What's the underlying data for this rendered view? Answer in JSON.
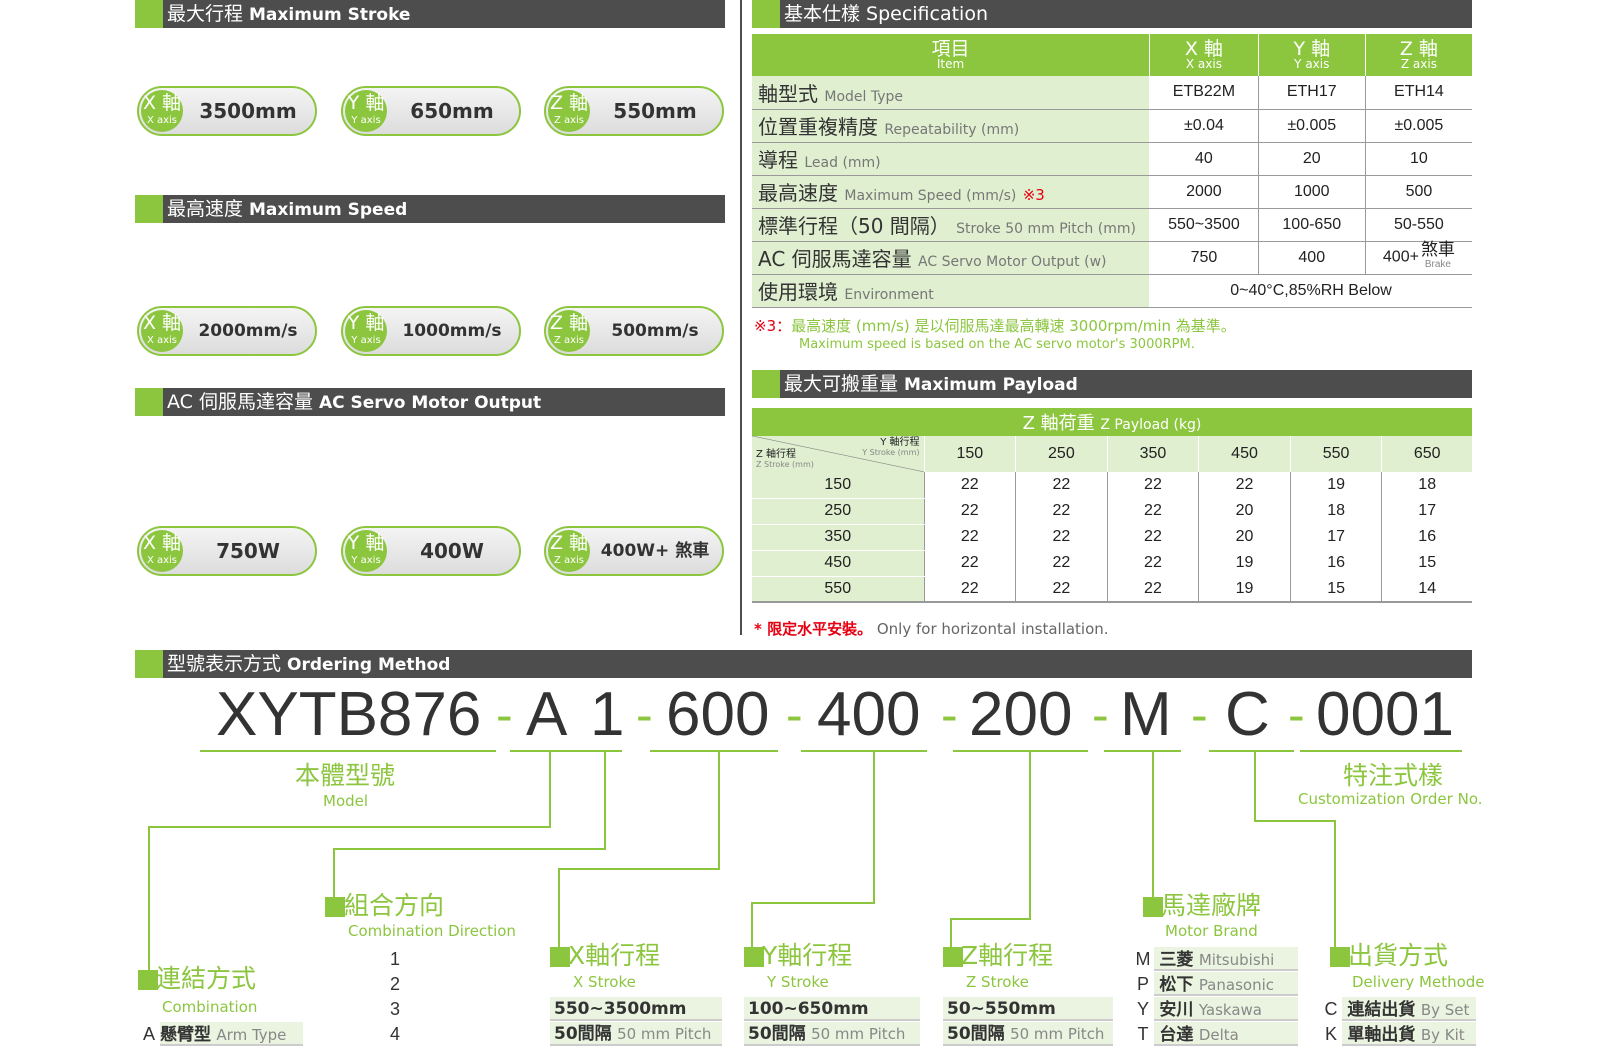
{
  "stroke_section": {
    "title": "最大行程",
    "title_en": "Maximum Stroke"
  },
  "speed_section": {
    "title": "最高速度",
    "title_en": "Maximum Speed"
  },
  "servo_section": {
    "title": "AC 伺服馬達容量",
    "title_en": "AC Servo Motor Output"
  },
  "axes": [
    {
      "cn": "X 軸",
      "en": "X axis"
    },
    {
      "cn": "Y 軸",
      "en": "Y axis"
    },
    {
      "cn": "Z 軸",
      "en": "Z axis"
    }
  ],
  "stroke_values": [
    "3500mm",
    "650mm",
    "550mm"
  ],
  "speed_values": [
    "2000mm/s",
    "1000mm/s",
    "500mm/s"
  ],
  "servo_values": [
    "750W",
    "400W",
    "400W+ 煞車"
  ],
  "spec": {
    "title": "基本仕樣",
    "title_en": "Specification",
    "header": {
      "item": "項目",
      "item_en": "Item",
      "x": "X 軸",
      "x_en": "X axis",
      "y": "Y 軸",
      "y_en": "Y axis",
      "z": "Z 軸",
      "z_en": "Z axis"
    },
    "rows": [
      {
        "cn": "軸型式",
        "en": "Model Type",
        "x": "ETB22M",
        "y": "ETH17",
        "z": "ETH14"
      },
      {
        "cn": "位置重複精度",
        "en": "Repeatability (mm)",
        "x": "±0.04",
        "y": "±0.005",
        "z": "±0.005"
      },
      {
        "cn": "導程",
        "en": "Lead (mm)",
        "x": "40",
        "y": "20",
        "z": "10"
      },
      {
        "cn": "最高速度",
        "en": "Maximum Speed (mm/s)",
        "note": "※3",
        "x": "2000",
        "y": "1000",
        "z": "500"
      },
      {
        "cn": "標準行程（50 間隔）",
        "en": "Stroke 50 mm Pitch (mm)",
        "x": "550~3500",
        "y": "100-650",
        "z": "50-550"
      },
      {
        "cn": "AC 伺服馬達容量",
        "en": "AC Servo Motor Output (w)",
        "x": "750",
        "y": "400",
        "z": "400+",
        "z_extra": "煞車",
        "z_extra_en": "Brake"
      }
    ],
    "env": {
      "cn": "使用環境",
      "en": "Environment",
      "value": "0~40°C,85%RH Below"
    },
    "note_mark": "※3：",
    "note_cn": "最高速度 (mm/s) 是以伺服馬達最高轉速 3000rpm/min 為基準。",
    "note_en": "Maximum speed is based on the AC servo motor's 3000RPM."
  },
  "payload": {
    "title": "最大可搬重量",
    "title_en": "Maximum Payload",
    "sub": "Z 軸荷重",
    "sub_en": "Z Payload (kg)",
    "corner_y": "Y 軸行程",
    "corner_y_en": "Y Stroke (mm)",
    "corner_z": "Z 軸行程",
    "corner_z_en": "Z Stroke (mm)",
    "cols": [
      "150",
      "250",
      "350",
      "450",
      "550",
      "650"
    ],
    "rows": [
      {
        "z": "150",
        "v": [
          "22",
          "22",
          "22",
          "22",
          "19",
          "18"
        ]
      },
      {
        "z": "250",
        "v": [
          "22",
          "22",
          "22",
          "20",
          "18",
          "17"
        ]
      },
      {
        "z": "350",
        "v": [
          "22",
          "22",
          "22",
          "20",
          "17",
          "16"
        ]
      },
      {
        "z": "450",
        "v": [
          "22",
          "22",
          "22",
          "19",
          "16",
          "15"
        ]
      },
      {
        "z": "550",
        "v": [
          "22",
          "22",
          "22",
          "19",
          "15",
          "14"
        ]
      }
    ],
    "note_red": "* 限定水平安裝。",
    "note_en": "Only for horizontal installation."
  },
  "ordering": {
    "title": "型號表示方式",
    "title_en": "Ordering Method",
    "parts": [
      "XYTB876",
      "A",
      "1",
      "600",
      "400",
      "200",
      "M",
      "C",
      "0001"
    ],
    "dash": "-",
    "model": {
      "cn": "本體型號",
      "en": "Model"
    },
    "custom": {
      "cn": "特注式樣",
      "en": "Customization Order No."
    },
    "combination": {
      "cn": "連結方式",
      "en": "Combination",
      "items": [
        {
          "k": "A",
          "cn": "懸臂型",
          "en": "Arm Type"
        }
      ]
    },
    "direction": {
      "cn": "組合方向",
      "en": "Combination Direction",
      "items": [
        "1",
        "2",
        "3",
        "4"
      ]
    },
    "xstroke": {
      "cn": "X軸行程",
      "en": "X Stroke",
      "range": "550~3500mm",
      "pitch": "50間隔",
      "pitch_en": "50 mm Pitch"
    },
    "ystroke": {
      "cn": "Y軸行程",
      "en": "Y Stroke",
      "range": "100~650mm",
      "pitch": "50間隔",
      "pitch_en": "50 mm Pitch"
    },
    "zstroke": {
      "cn": "Z軸行程",
      "en": "Z Stroke",
      "range": "50~550mm",
      "pitch": "50間隔",
      "pitch_en": "50 mm Pitch"
    },
    "motor": {
      "cn": "馬達廠牌",
      "en": "Motor Brand",
      "items": [
        {
          "k": "M",
          "cn": "三菱",
          "en": "Mitsubishi"
        },
        {
          "k": "P",
          "cn": "松下",
          "en": "Panasonic"
        },
        {
          "k": "Y",
          "cn": "安川",
          "en": "Yaskawa"
        },
        {
          "k": "T",
          "cn": "台達",
          "en": "Delta"
        }
      ]
    },
    "delivery": {
      "cn": "出貨方式",
      "en": "Delivery Methode",
      "items": [
        {
          "k": "C",
          "cn": "連結出貨",
          "en": "By Set"
        },
        {
          "k": "K",
          "cn": "單軸出貨",
          "en": "By Kit"
        }
      ]
    }
  },
  "colors": {
    "accent": "#8cc63f",
    "header": "#4d4d4d",
    "light": "#dfefd0",
    "red": "#e60012"
  }
}
